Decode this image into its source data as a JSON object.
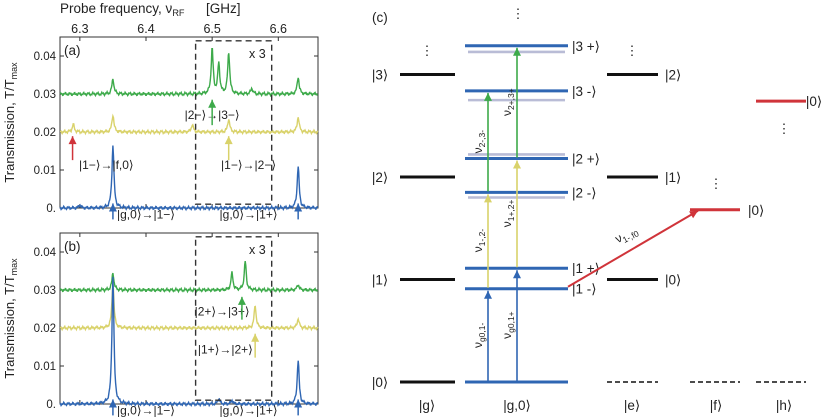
{
  "colors": {
    "green": "#3daa4a",
    "yellow": "#d9d26a",
    "blue": "#2f66b3",
    "red": "#d0343a",
    "box": "#333333"
  },
  "chart_data": [
    {
      "type": "line",
      "panel_label": "(a)",
      "title": "Probe frequency, ν",
      "title_sub": "RF",
      "title_unit": " [GHz]",
      "ylabel": "Transmission, T/T",
      "ylabel_sub": "max",
      "xlim": [
        6.27,
        6.66
      ],
      "ylim": [
        0,
        0.045
      ],
      "xticks": [
        6.3,
        6.4,
        6.5,
        6.6
      ],
      "xtick_labels": [
        "6.3",
        "6.4",
        "6.5",
        "6.6"
      ],
      "yticks": [
        0,
        0.01,
        0.02,
        0.03,
        0.04
      ],
      "ytick_labels": [
        "0.",
        "0.01",
        "0.02",
        "0.03",
        "0.04"
      ],
      "box": {
        "x": [
          6.475,
          6.59
        ],
        "y": [
          0.001,
          0.044
        ],
        "label": "x 3"
      },
      "series": [
        {
          "color": "green",
          "baseline": 0.03,
          "peaks": [
            [
              6.35,
              0.004
            ],
            [
              6.5,
              0.012
            ],
            [
              6.51,
              0.008
            ],
            [
              6.525,
              0.011
            ],
            [
              6.56,
              0.0015
            ],
            [
              6.63,
              0.0045
            ]
          ]
        },
        {
          "color": "yellow",
          "baseline": 0.02,
          "peaks": [
            [
              6.29,
              0.002
            ],
            [
              6.35,
              0.0045
            ],
            [
              6.47,
              0.002
            ],
            [
              6.525,
              0.0035
            ],
            [
              6.63,
              0.004
            ]
          ]
        },
        {
          "color": "blue",
          "baseline": 0.0,
          "peaks": [
            [
              6.35,
              0.0165
            ],
            [
              6.3,
              0.0008
            ],
            [
              6.63,
              0.011
            ]
          ]
        }
      ],
      "annotations": [
        {
          "text": "|2−⟩→|3−⟩",
          "x": 6.5,
          "y": 0.0245
        },
        {
          "text": "|1−⟩→|f,0⟩",
          "x": 6.34,
          "y": 0.0113
        },
        {
          "text": "|1−⟩→|2−⟩",
          "x": 6.555,
          "y": 0.0113
        },
        {
          "text": "|g,0⟩→|1−⟩",
          "x": 6.4,
          "y": -0.0017
        },
        {
          "text": "|g,0⟩→|1+⟩",
          "x": 6.555,
          "y": -0.0017
        }
      ],
      "arrows": [
        {
          "color": "green",
          "x": 6.5,
          "y_from": 0.0218,
          "y_to": 0.0285
        },
        {
          "color": "red",
          "x": 6.289,
          "y_from": 0.0126,
          "y_to": 0.0189
        },
        {
          "color": "yellow",
          "x": 6.525,
          "y_from": 0.0126,
          "y_to": 0.0189
        },
        {
          "color": "blue",
          "x": 6.35,
          "y_from": -0.003,
          "y_to": 0.0012
        },
        {
          "color": "blue",
          "x": 6.63,
          "y_from": -0.003,
          "y_to": 0.0012
        }
      ]
    },
    {
      "type": "line",
      "panel_label": "(b)",
      "ylabel": "Transmission, T/T",
      "ylabel_sub": "max",
      "xlim": [
        6.27,
        6.66
      ],
      "ylim": [
        0,
        0.045
      ],
      "xticks": [
        6.3,
        6.4,
        6.5,
        6.6
      ],
      "yticks": [
        0,
        0.01,
        0.02,
        0.03,
        0.04
      ],
      "ytick_labels": [
        "0.",
        "0.01",
        "0.02",
        "0.03",
        "0.04"
      ],
      "box": {
        "x": [
          6.475,
          6.59
        ],
        "y": [
          0.001,
          0.044
        ],
        "label": "x 3"
      },
      "series": [
        {
          "color": "green",
          "baseline": 0.03,
          "peaks": [
            [
              6.35,
              0.0045
            ],
            [
              6.53,
              0.0045
            ],
            [
              6.55,
              0.0075
            ],
            [
              6.63,
              0.0015
            ]
          ]
        },
        {
          "color": "yellow",
          "baseline": 0.02,
          "peaks": [
            [
              6.35,
              0.012
            ],
            [
              6.565,
              0.006
            ],
            [
              6.63,
              0.0025
            ]
          ]
        },
        {
          "color": "blue",
          "baseline": 0.0,
          "peaks": [
            [
              6.35,
              0.0335
            ],
            [
              6.51,
              0.0015
            ],
            [
              6.53,
              0.001
            ],
            [
              6.63,
              0.0115
            ]
          ]
        }
      ],
      "annotations": [
        {
          "text": "|2+⟩→|3+⟩",
          "x": 6.515,
          "y": 0.0244
        },
        {
          "text": "|1+⟩→|2+⟩",
          "x": 6.52,
          "y": 0.0144
        },
        {
          "text": "|g,0⟩→|1−⟩",
          "x": 6.4,
          "y": -0.0017
        },
        {
          "text": "|g,0⟩→|1+⟩",
          "x": 6.555,
          "y": -0.0017
        }
      ],
      "arrows": [
        {
          "color": "green",
          "x": 6.545,
          "y_from": 0.0222,
          "y_to": 0.0282
        },
        {
          "color": "yellow",
          "x": 6.565,
          "y_from": 0.0122,
          "y_to": 0.0185
        },
        {
          "color": "blue",
          "x": 6.35,
          "y_from": -0.003,
          "y_to": 0.0012
        },
        {
          "color": "blue",
          "x": 6.63,
          "y_from": -0.003,
          "y_to": 0.0012
        }
      ]
    },
    {
      "type": "diagram",
      "panel_label": "(c)",
      "column_labels": [
        "|g⟩",
        "|g,0⟩",
        "|e⟩",
        "|f⟩",
        "|h⟩"
      ],
      "g_levels": [
        {
          "label": "|0⟩",
          "y": 0
        },
        {
          "label": "|1⟩",
          "y": 1
        },
        {
          "label": "|2⟩",
          "y": 2
        },
        {
          "label": "|3⟩",
          "y": 3
        }
      ],
      "e_levels": [
        {
          "label": "|0⟩",
          "y": 1
        },
        {
          "label": "|1⟩",
          "y": 2
        },
        {
          "label": "|2⟩",
          "y": 3
        }
      ],
      "f_level": {
        "label": "|0⟩",
        "y": 1.68
      },
      "h_level": {
        "label": "|0⟩",
        "y": 2.74
      },
      "dressed_levels": [
        {
          "label": "|1 -⟩",
          "y": 0.91
        },
        {
          "label": "|1 +⟩",
          "y": 1.11
        },
        {
          "label": "|2 -⟩",
          "y": 1.85
        },
        {
          "label": "|2 +⟩",
          "y": 2.18
        },
        {
          "label": "|3 -⟩",
          "y": 2.84
        },
        {
          "label": "|3 +⟩",
          "y": 3.28
        }
      ],
      "faint_levels": [
        1.8,
        2.22,
        2.75,
        3.22
      ],
      "transitions": [
        {
          "color": "blue",
          "label": "ν",
          "sub": "g0,1-",
          "from": 0,
          "to": 0.91,
          "col": 0
        },
        {
          "color": "blue",
          "label": "ν",
          "sub": "g0,1+",
          "from": 0,
          "to": 1.11,
          "col": 1
        },
        {
          "color": "yellow",
          "label": "ν",
          "sub": "1-,2-",
          "from": 0.91,
          "to": 1.85,
          "col": 0
        },
        {
          "color": "yellow",
          "label": "ν",
          "sub": "1+,2+",
          "from": 1.11,
          "to": 2.18,
          "col": 1
        },
        {
          "color": "green",
          "label": "ν",
          "sub": "2-,3-",
          "from": 1.85,
          "to": 2.84,
          "col": 0
        },
        {
          "color": "green",
          "label": "ν",
          "sub": "2+,3+",
          "from": 2.18,
          "to": 3.28,
          "col": 1
        }
      ],
      "red_transition": {
        "label": "ν",
        "sub": "1-,f0"
      },
      "ellipsis": "⋮"
    }
  ]
}
